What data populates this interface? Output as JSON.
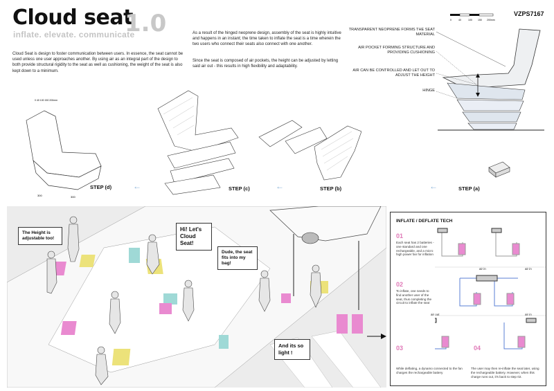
{
  "header": {
    "title": "Cloud seat",
    "version": "1.0",
    "subtitle": "inflate. elevate. communicate",
    "code": "VZPS7167",
    "scale_labels": [
      "0",
      "40",
      "100",
      "150",
      "200mm"
    ]
  },
  "text": {
    "intro": "Cloud Seat is design to foster communication between users. In essence, the seat cannot be used unless one user approaches another. By using air as an integral part of the design to both provide structural rigidity to the seat as well as cushioning, the weight of the seat is also kept down to a minimum.",
    "para1": "As a result of the hinged neoprene design, assembly of the seat is highly intuitive and happens in an instant; the time taken to inflate the seat is a time wherein the two users who connect their seats also connect with one another.",
    "para2": "Since the seat is composed of air pockets, the height can be adjusted by letting said air out - this results in high flexibility and adaptability."
  },
  "callouts": [
    "TRANSPARENT NEOPRENE FORMS THE SEAT MATERIAL",
    "AIR POCKET FORMING STRUCTURE AND PROVIDING CUSHIONING",
    "AIR CAN BE CONTROLLED AND LET OUT TO ADJUST THE HEIGHT",
    "HINGE"
  ],
  "steps": [
    "STEP (d)",
    "STEP (c)",
    "STEP (b)",
    "STEP (a)"
  ],
  "dimensions": [
    "300",
    "300"
  ],
  "bubbles": {
    "b1": "The Height is adjustable too!",
    "b2": "Hi! Let's Cloud Seat!",
    "b3": "Dude, the seat fits into my bag!",
    "b4": "And its so light !"
  },
  "panel": {
    "title": "INFLATE / DEFLATE TECH",
    "steps": [
      {
        "num": "01",
        "text": "Each seat has 2 batteries - one standard and one rechargeable, and a micro high power fan for inflation"
      },
      {
        "num": "02",
        "text": "To inflate, one needs to find another user of the seat, thus completing the circuit to inflate the seat"
      },
      {
        "num": "03",
        "text": "While deflating, a dynamo connected to the fan charges the rechargeable battery"
      },
      {
        "num": "04",
        "text": "The user may then re-inflate the seat later, using the rechargeable battery. However, when this charge runs out, it's back to step 02."
      }
    ],
    "labels": {
      "air_in_1": "air in",
      "air_in_2": "air in",
      "air_out": "air out",
      "air_in_3": "air in"
    }
  },
  "colors": {
    "pink": "#e98ad0",
    "yellow": "#ece27a",
    "teal": "#9fd9d6",
    "arrow": "#8ab4d8",
    "grey": "#c4c4c4"
  }
}
